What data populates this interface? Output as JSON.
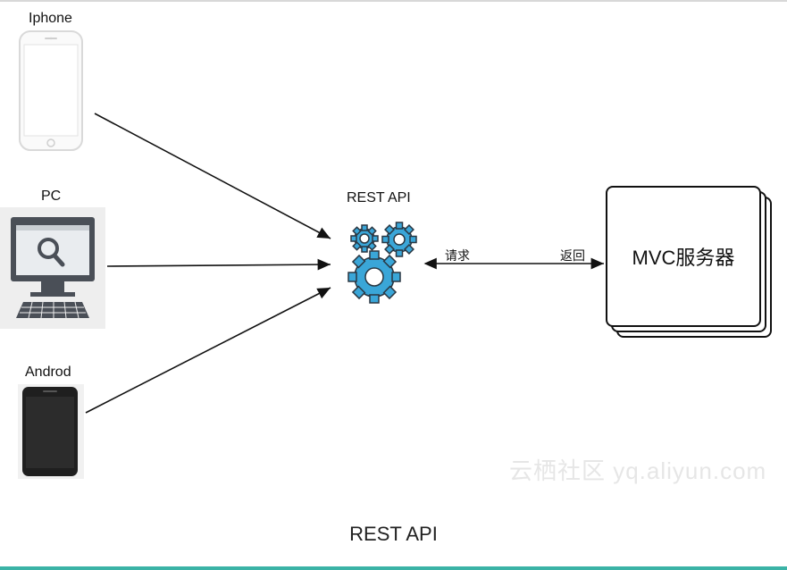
{
  "clients": {
    "iphone_label": "Iphone",
    "pc_label": "PC",
    "android_label": "Androd"
  },
  "api": {
    "label": "REST API",
    "request_label": "请求",
    "return_label": "返回"
  },
  "server": {
    "label": "MVC服务器"
  },
  "watermark": "云栖社区 yq.aliyun.com",
  "caption": "REST API",
  "colors": {
    "gear": "#3aa6d8",
    "accent_rule": "#3bb3a6"
  }
}
